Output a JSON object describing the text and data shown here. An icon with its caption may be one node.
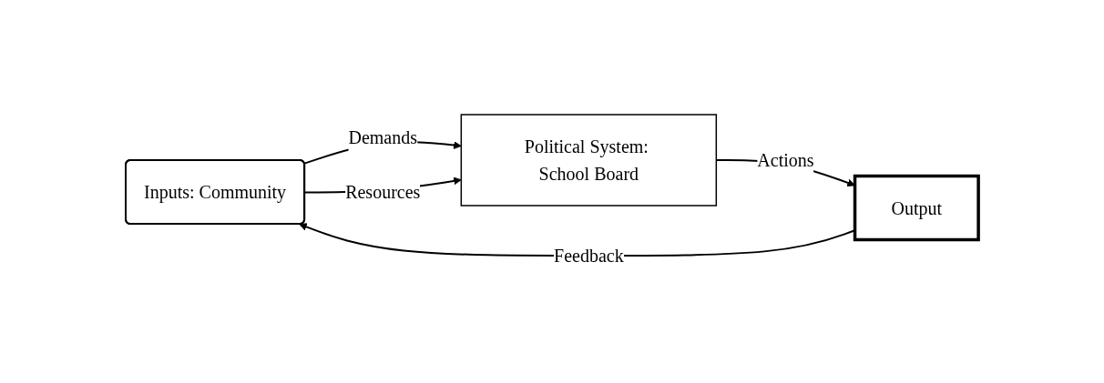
{
  "diagram": {
    "nodes": [
      {
        "text": [
          "Inputs: Community"
        ]
      },
      {
        "text": [
          "Political System: School Board"
        ]
      },
      {
        "text": [
          "Output"
        ]
      }
    ],
    "edges": [
      {
        "from": 0,
        "to": 1,
        "arrow": "to",
        "label": "Demands"
      },
      {
        "from": 0,
        "to": 1,
        "arrow": "to",
        "label": "Resources"
      },
      {
        "from": 1,
        "to": 2,
        "arrow": "to",
        "label": "Actions"
      },
      {
        "from": 2,
        "to": 0,
        "arrow": "to",
        "label": "Feedback"
      }
    ]
  }
}
